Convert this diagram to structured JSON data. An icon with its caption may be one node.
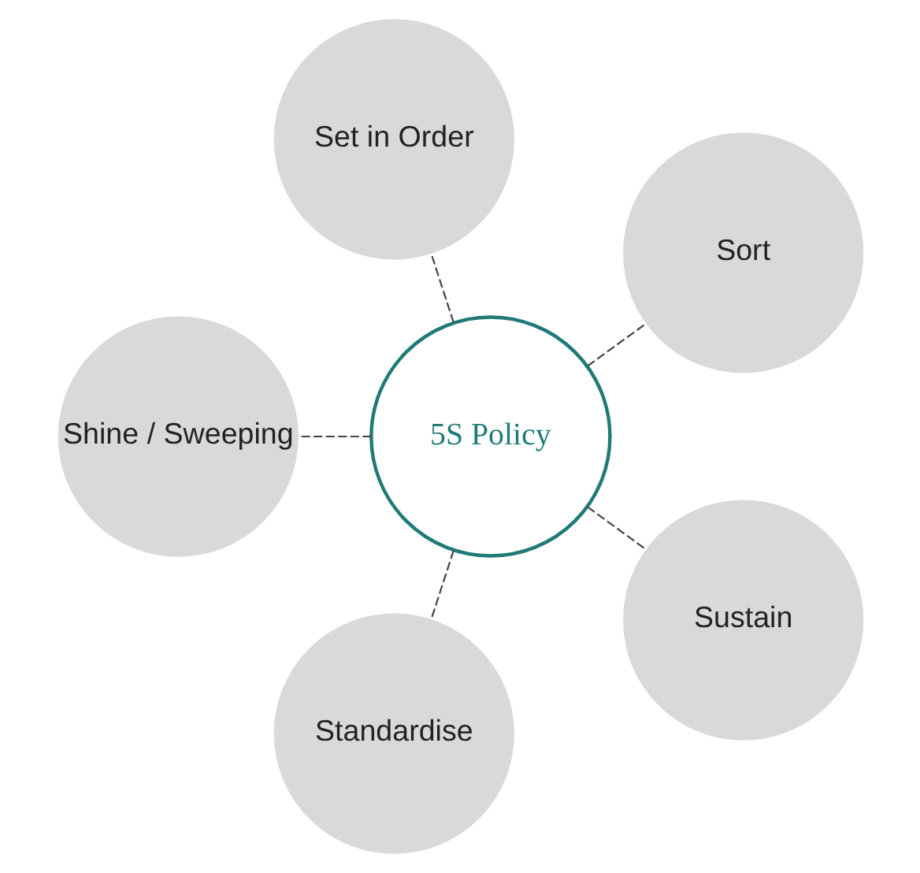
{
  "diagram": {
    "nodes": [
      {
        "text": [
          "5S Policy"
        ]
      },
      {
        "text": [
          "Sort"
        ]
      },
      {
        "text": [
          "Set in Order"
        ]
      },
      {
        "text": [
          "Shine / Sweeping"
        ]
      },
      {
        "text": [
          "Standardise"
        ]
      },
      {
        "text": [
          "Sustain"
        ]
      }
    ],
    "edges": [
      {
        "from": 0,
        "to": 1,
        "arrow": "none",
        "style": "dashed"
      },
      {
        "from": 0,
        "to": 2,
        "arrow": "none",
        "style": "dashed"
      },
      {
        "from": 0,
        "to": 3,
        "arrow": "none",
        "style": "dashed"
      },
      {
        "from": 0,
        "to": 4,
        "arrow": "none",
        "style": "dashed"
      },
      {
        "from": 0,
        "to": 5,
        "arrow": "none",
        "style": "dashed"
      }
    ]
  }
}
